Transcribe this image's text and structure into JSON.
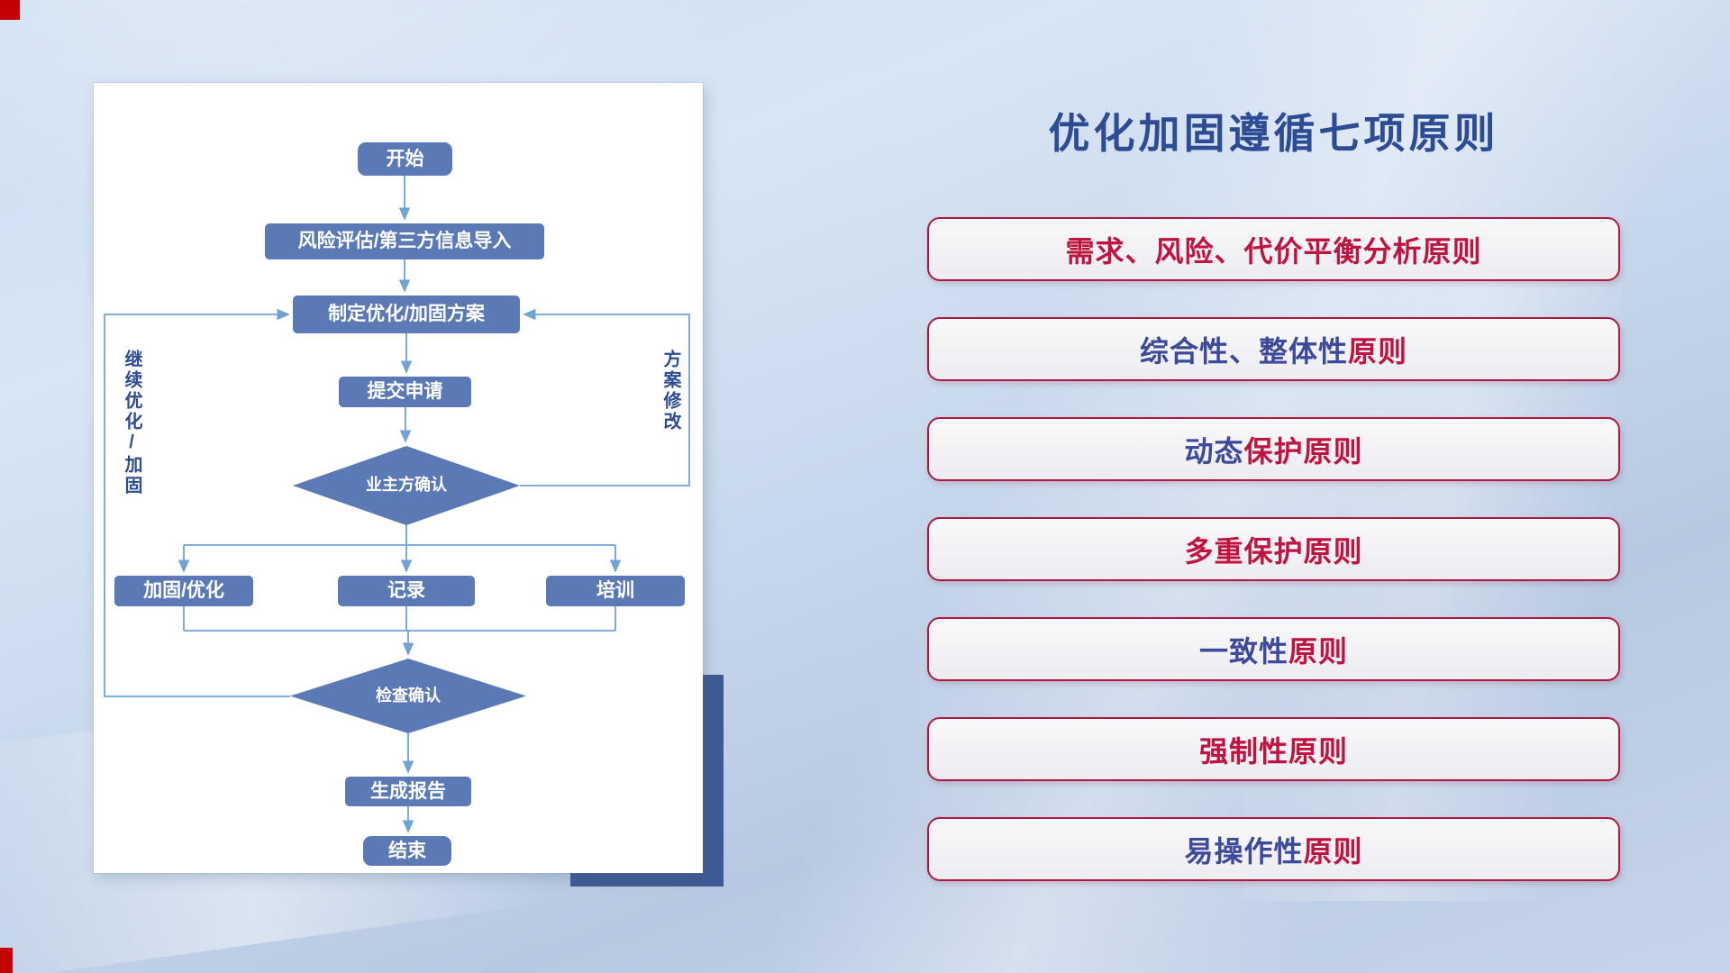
{
  "slide": {
    "panel_title": "优化加固遵循七项原则"
  },
  "flowchart": {
    "nodes": {
      "start": "开始",
      "risk_import": "风险评估/第三方信息导入",
      "make_plan": "制定优化/加固方案",
      "submit": "提交申请",
      "owner_confirm": "业主方确认",
      "harden_optimize": "加固/优化",
      "record": "记录",
      "training": "培训",
      "check_confirm": "检查确认",
      "report": "生成报告",
      "end": "结束"
    },
    "loop_labels": {
      "continue_optimize": "继续优化/加固",
      "plan_revise": "方案修改"
    }
  },
  "principles": {
    "items": [
      {
        "parts": [
          {
            "text": "需求、风险、代价平衡分析原则",
            "color": "red"
          }
        ]
      },
      {
        "parts": [
          {
            "text": "综合性、整体性",
            "color": "blue"
          },
          {
            "text": "原则",
            "color": "red"
          }
        ]
      },
      {
        "parts": [
          {
            "text": "动态",
            "color": "blue"
          },
          {
            "text": "保护原则",
            "color": "red"
          }
        ]
      },
      {
        "parts": [
          {
            "text": "多重保护原则",
            "color": "red"
          }
        ]
      },
      {
        "parts": [
          {
            "text": "一致性",
            "color": "blue"
          },
          {
            "text": "原则",
            "color": "red"
          }
        ]
      },
      {
        "parts": [
          {
            "text": "强制性原则",
            "color": "red"
          }
        ]
      },
      {
        "parts": [
          {
            "text": "易操作性",
            "color": "blue"
          },
          {
            "text": "原则",
            "color": "red"
          }
        ]
      }
    ]
  },
  "colors": {
    "title_blue": "#2e4c93",
    "text_blue": "#3d4a9c",
    "text_red": "#bf1340",
    "node_fill": "#5a79b5",
    "connector": "#6fa3d6",
    "box_border": "#b01840",
    "shadow_rect": "#3e5a96"
  }
}
